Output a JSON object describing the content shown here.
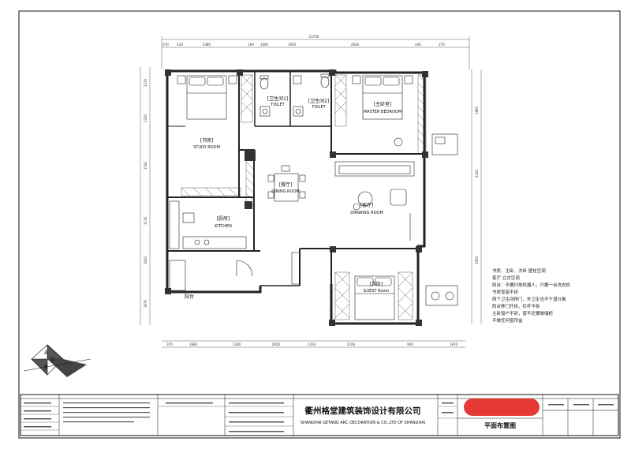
{
  "plan": {
    "overall_width": "13700",
    "rooms": {
      "study": {
        "cn": "[书房]",
        "en": "STUDY ROOM"
      },
      "master": {
        "cn": "[主卧室]",
        "en": "MASTER BEDROOM"
      },
      "toilet1": {
        "cn": "[卫生间1]",
        "en": "TOILET"
      },
      "toilet2": {
        "cn": "[卫生间2]",
        "en": "TOILET"
      },
      "dining": {
        "cn": "[餐厅]",
        "en": "DINING ROOM"
      },
      "drawing": {
        "cn": "[客厅]",
        "en": "DRAWING ROOM"
      },
      "kitchen": {
        "cn": "[厨房]",
        "en": "KITCHEN"
      },
      "guest": {
        "cn": "[次卧]",
        "en": "GUEST Room"
      },
      "balcony": {
        "cn": "阳台",
        "en": ""
      }
    },
    "top_dims": [
      "370",
      "410",
      "3380",
      "190",
      "1000",
      "1950",
      "2630",
      "440",
      "270"
    ],
    "bottom_dims": [
      "370",
      "1680",
      "1300",
      "2650",
      "1350",
      "2100",
      "900",
      "1870"
    ],
    "left_dims": [
      "1270",
      "1250",
      "1530",
      "1110",
      "1620",
      "1670"
    ],
    "right_dims": [
      "1850",
      "2230",
      "1950"
    ]
  },
  "notes": [
    "书房、主卧、次卧 壁挂空调",
    "客厅 立式空调",
    "阳台：不要扫地机器人，只要一台洗衣机",
    "书房靠窗不拆",
    "两个卫生间移门，外卫生也不干湿分离",
    "阳台移门开拆，栏杆不拆",
    "主卧窗户不封，窗不还要做储柜",
    "不做任何窗帘盒"
  ],
  "compass": {
    "letters": [
      "A",
      "D",
      "B"
    ]
  },
  "title_block": {
    "company_cn": "衢州格堂建筑装饰设计有限公司",
    "company_en": "SHANGHAI GETANG ARC DECORATION & CO.,LTD OF SHANGHAI",
    "drawing_title": "平面布置图"
  },
  "colors": {
    "line": "#111111",
    "wall": "#222222",
    "redaction": "#e53935"
  }
}
